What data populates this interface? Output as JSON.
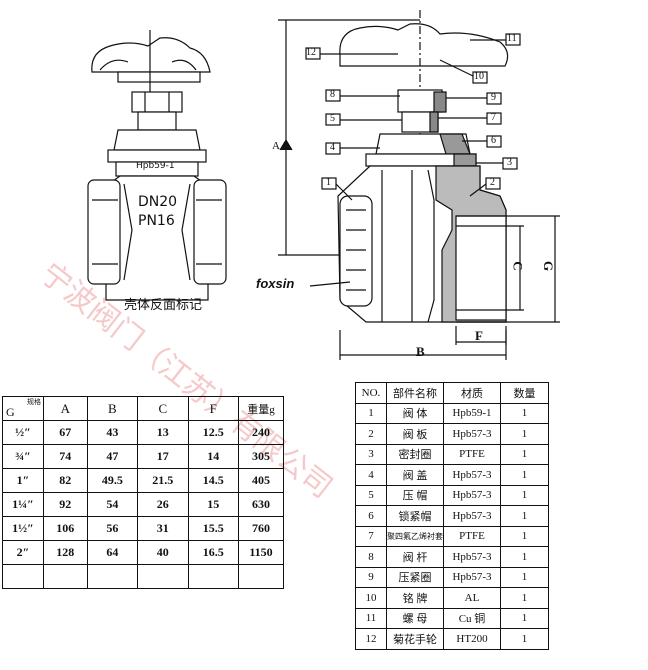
{
  "front_view": {
    "body_mark": "Hpb59-1",
    "size_mark": "DN20",
    "pressure_mark": "PN16",
    "caption": "壳体反面标记"
  },
  "section_view": {
    "brand": "foxsin",
    "callouts": [
      "12",
      "11",
      "10",
      "8",
      "9",
      "5",
      "7",
      "4",
      "6",
      "3",
      "1",
      "2"
    ],
    "dim_labels": {
      "A": "A",
      "B": "B",
      "C": "C",
      "G": "G",
      "F": "F"
    }
  },
  "watermark": "宁波阀门（江苏）有限公司",
  "dims_table": {
    "corner": "规格",
    "corner_g": "G",
    "headers": [
      "A",
      "B",
      "C",
      "F",
      "重量g"
    ],
    "rows": [
      {
        "g": "½″",
        "a": "67",
        "b": "43",
        "c": "13",
        "f": "12.5",
        "w": "240"
      },
      {
        "g": "¾″",
        "a": "74",
        "b": "47",
        "c": "17",
        "f": "14",
        "w": "305"
      },
      {
        "g": "1″",
        "a": "82",
        "b": "49.5",
        "c": "21.5",
        "f": "14.5",
        "w": "405"
      },
      {
        "g": "1¼″",
        "a": "92",
        "b": "54",
        "c": "26",
        "f": "15",
        "w": "630"
      },
      {
        "g": "1½″",
        "a": "106",
        "b": "56",
        "c": "31",
        "f": "15.5",
        "w": "760"
      },
      {
        "g": "2″",
        "a": "128",
        "b": "64",
        "c": "40",
        "f": "16.5",
        "w": "1150"
      }
    ]
  },
  "parts_table": {
    "headers": [
      "NO.",
      "部件名称",
      "材质",
      "数量"
    ],
    "rows": [
      {
        "no": "1",
        "name": "阀 体",
        "mat": "Hpb59-1",
        "qty": "1"
      },
      {
        "no": "2",
        "name": "阀 板",
        "mat": "Hpb57-3",
        "qty": "1"
      },
      {
        "no": "3",
        "name": "密封圈",
        "mat": "PTFE",
        "qty": "1"
      },
      {
        "no": "4",
        "name": "阀 盖",
        "mat": "Hpb57-3",
        "qty": "1"
      },
      {
        "no": "5",
        "name": "压 帽",
        "mat": "Hpb57-3",
        "qty": "1"
      },
      {
        "no": "6",
        "name": "锁紧帽",
        "mat": "Hpb57-3",
        "qty": "1"
      },
      {
        "no": "7",
        "name": "聚四氟乙烯衬套",
        "mat": "PTFE",
        "qty": "1"
      },
      {
        "no": "8",
        "name": "阀 杆",
        "mat": "Hpb57-3",
        "qty": "1"
      },
      {
        "no": "9",
        "name": "压紧圈",
        "mat": "Hpb57-3",
        "qty": "1"
      },
      {
        "no": "10",
        "name": "铭 牌",
        "mat": "AL",
        "qty": "1"
      },
      {
        "no": "11",
        "name": "螺 母",
        "mat": "Cu 铜",
        "qty": "1"
      },
      {
        "no": "12",
        "name": "菊花手轮",
        "mat": "HT200",
        "qty": "1"
      }
    ]
  }
}
